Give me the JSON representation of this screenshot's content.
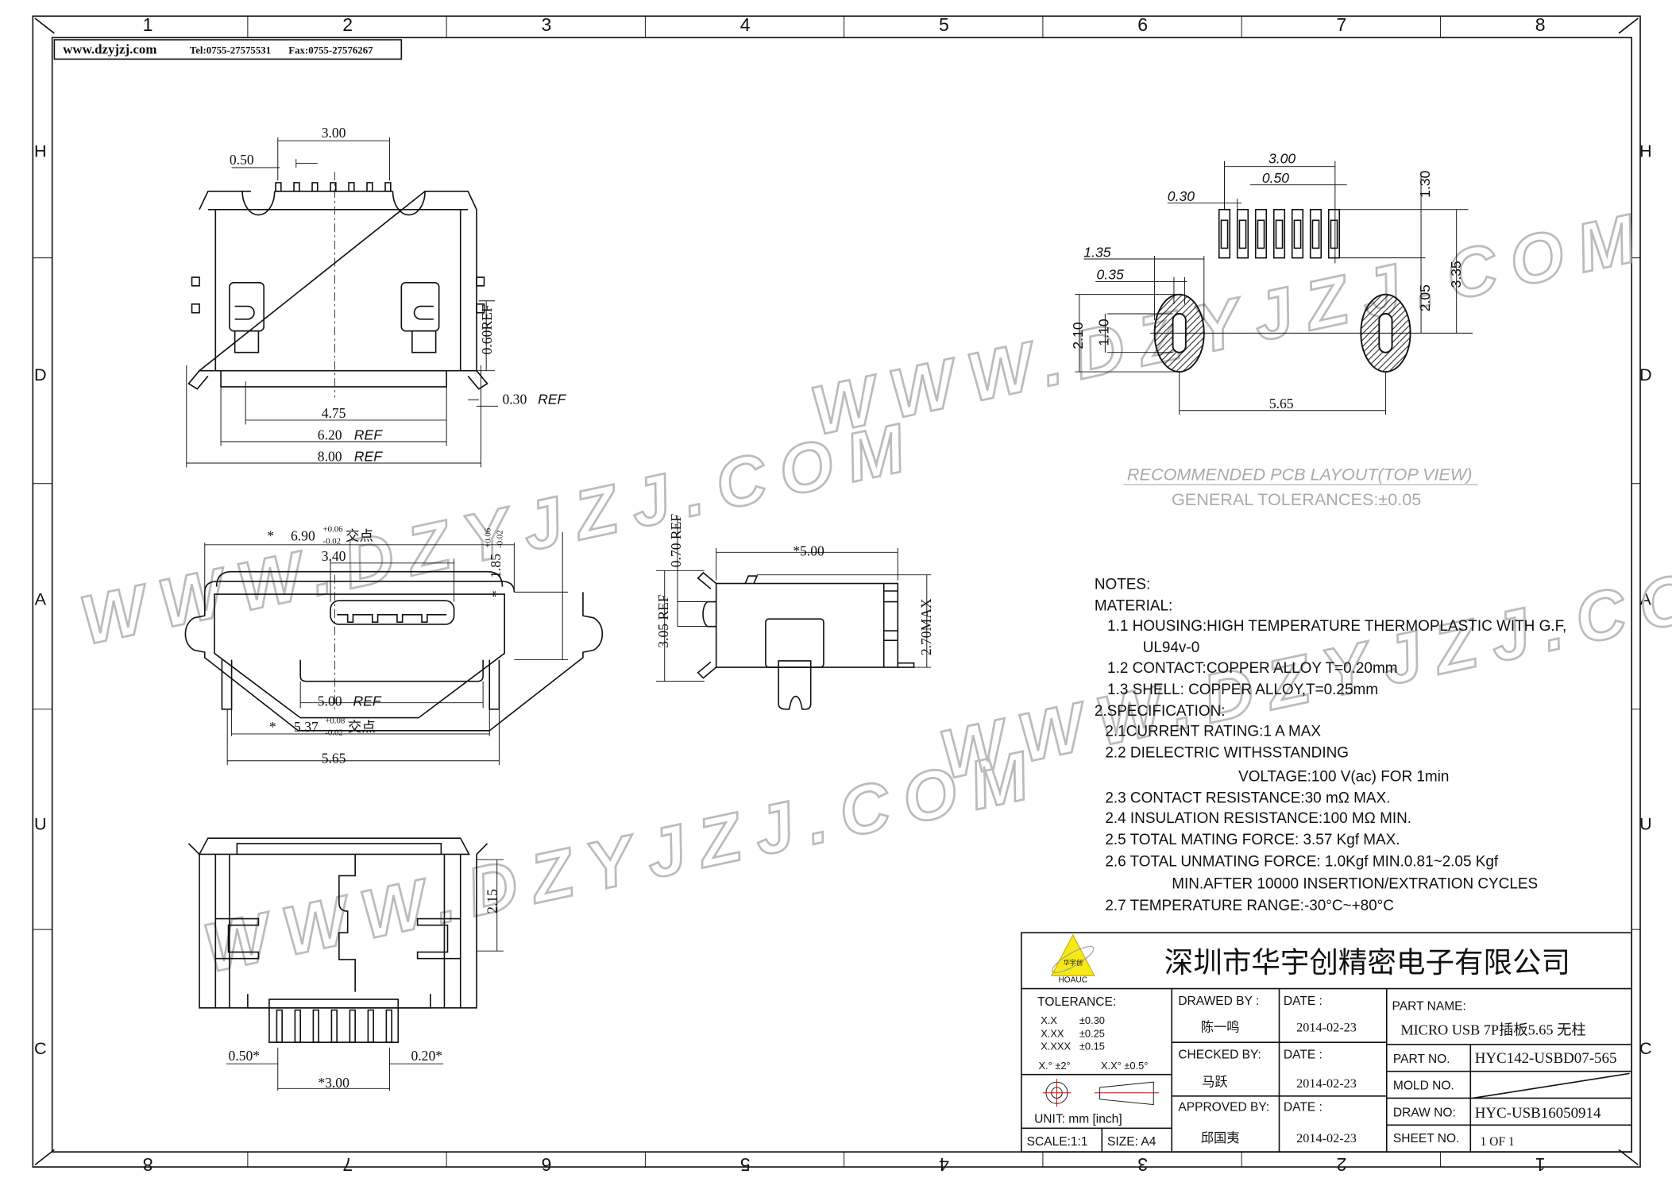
{
  "header": {
    "website": "www.dzyjzj.com",
    "tel": "Tel:0755-27575531",
    "fax": "Fax:0755-27576267"
  },
  "ruler": {
    "top": [
      "1",
      "2",
      "3",
      "4",
      "5",
      "6",
      "7",
      "8"
    ],
    "bottom": [
      "8",
      "7",
      "6",
      "5",
      "4",
      "3",
      "2",
      "1"
    ],
    "left": [
      "H",
      "D",
      "A",
      "U",
      "C"
    ],
    "right": [
      "H",
      "D",
      "A",
      "U",
      "C"
    ]
  },
  "watermark": "WWW.DZYJZJ.COM",
  "top_view": {
    "pitch_span": "3.00",
    "pitch": "0.50",
    "height_ref": "0.60REF",
    "offset_ref": "0.30",
    "ref": "REF",
    "d1": "4.75",
    "d2": "6.20",
    "d3": "8.00"
  },
  "front_view": {
    "width_main": "6.90",
    "width_main_tol_plus": "+0.06",
    "width_main_tol_minus": "-0.02",
    "cn_note": "交点",
    "star": "*",
    "opening": "3.40",
    "height": "1.85",
    "height_tol_plus": "+0.06",
    "height_tol_minus": "-0.02",
    "inner_ref": "5.00",
    "leg_inner": "5.37",
    "leg_inner_tol_plus": "+0.08",
    "leg_inner_tol_minus": "-0.02",
    "leg_outer": "5.65",
    "ref": "REF"
  },
  "side_view": {
    "depth": "*5.00",
    "height_max": "2.70MAX",
    "lead_span": "3.05 REF",
    "lead_offset": "0.70 REF"
  },
  "bottom_view": {
    "height": "2.15",
    "left_offset": "0.50*",
    "right_offset": "0.20*",
    "pitch_span": "*3.00"
  },
  "pcb_layout": {
    "pitch_span": "3.00",
    "pitch": "0.50",
    "pad_width": "0.30",
    "hole_width_outer": "1.35",
    "hole_width_inner": "0.35",
    "hole_height_outer": "2.10",
    "hole_height_inner": "1.10",
    "pad_length": "1.30",
    "pad_to_hole": "2.05",
    "total_depth": "3.35",
    "hole_spacing": "5.65",
    "caption": "RECOMMENDED PCB LAYOUT(TOP VIEW)",
    "tolerance": "GENERAL TOLERANCES:±0.05"
  },
  "notes": [
    "NOTES:",
    "MATERIAL:",
    "1.1  HOUSING:HIGH  TEMPERATURE  THERMOPLASTIC  WITH  G.F,",
    "UL94v-0",
    "1.2  CONTACT:COPPER  ALLOY  T=0.20mm",
    "1.3  SHELL:  COPPER  ALLOY,T=0.25mm",
    "2.SPECIFICATION:",
    "2.1CURRENT  RATING:1  A  MAX",
    "2.2  DIELECTRIC  WITHSSTANDING",
    "VOLTAGE:100  V(ac)  FOR  1min",
    "2.3  CONTACT  RESISTANCE:30  mΩ  MAX.",
    "2.4  INSULATION  RESISTANCE:100  MΩ    MIN.",
    "2.5  TOTAL  MATING  FORCE:  3.57  Kgf  MAX.",
    "2.6  TOTAL  UNMATING  FORCE:  1.0Kgf  MIN.0.81~2.05  Kgf",
    "MIN.AFTER  10000  INSERTION/EXTRATION  CYCLES",
    "2.7  TEMPERATURE  RANGE:-30°C~+80°C"
  ],
  "title_block": {
    "logo_cn": "华宇创",
    "logo_en": "HOAUC",
    "company": "深圳市华宇创精密电子有限公司",
    "tolerance_label": "TOLERANCE:",
    "tolerances": [
      {
        "fmt": "X.X",
        "tol": "±0.30"
      },
      {
        "fmt": "X.XX",
        "tol": "±0.25"
      },
      {
        "fmt": "X.XXX",
        "tol": "±0.15"
      }
    ],
    "angle_tol_1": "X.°  ±2°",
    "angle_tol_2": "X.X°  ±0.5°",
    "unit": "UNIT:  mm  [inch]",
    "scale": "SCALE:1:1",
    "size": "SIZE:  A4",
    "drawed_by_label": "DRAWED BY :",
    "drawed_by": "陈一鸣",
    "checked_by_label": "CHECKED  BY:",
    "checked_by": "马跃",
    "approved_by_label": "APPROVED  BY:",
    "approved_by": "邱国夷",
    "date_label": "DATE  :",
    "date_drawn": "2014-02-23",
    "date_checked": "2014-02-23",
    "date_approved": "2014-02-23",
    "part_name_label": "PART  NAME:",
    "part_name": "MICRO  USB  7P插板5.65  无柱",
    "part_no_label": "PART  NO.",
    "part_no": "HYC142-USBD07-565",
    "mold_no_label": "MOLD  NO.",
    "draw_no_label": "DRAW  NO:",
    "draw_no": "HYC-USB16050914",
    "sheet_no_label": "SHEET  NO.",
    "sheet_no": "1  OF  1"
  }
}
